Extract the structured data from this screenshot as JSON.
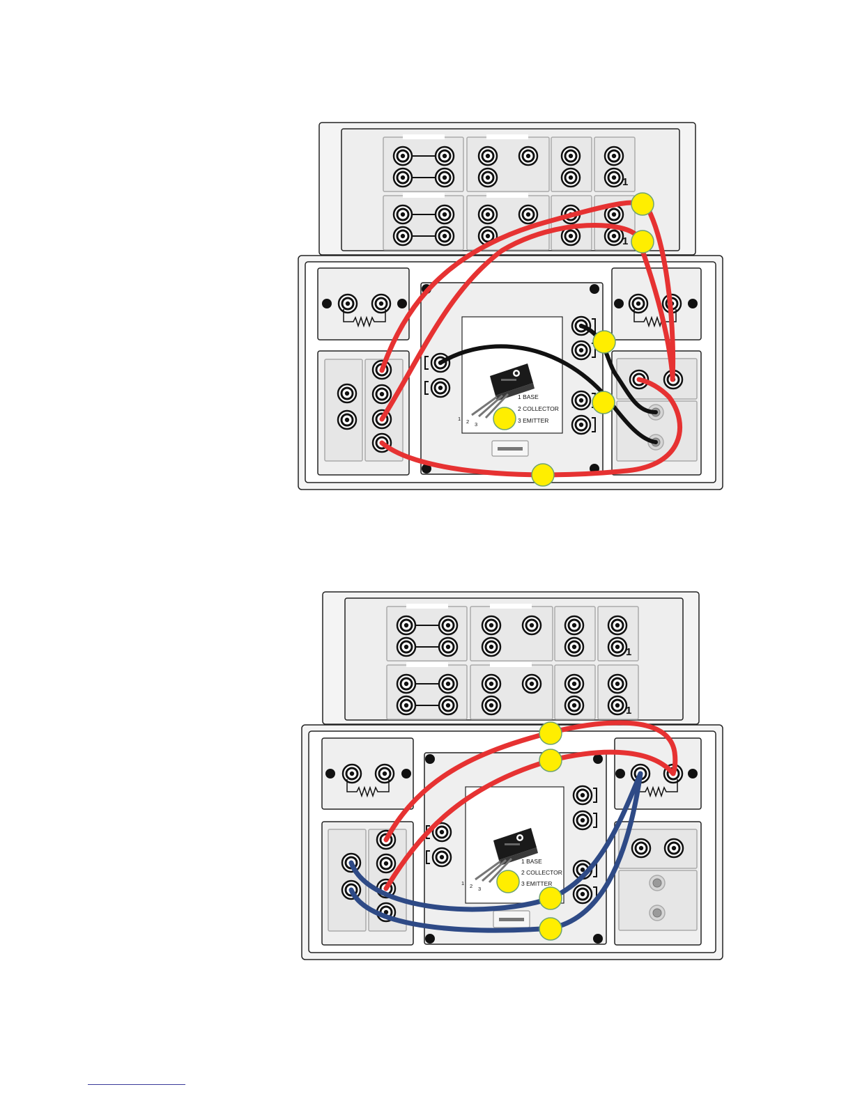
{
  "colors": {
    "wire_red": "#e63232",
    "wire_black": "#111111",
    "wire_blue": "#2e4a86",
    "marker_yellow": "#ffee00",
    "marker_edge": "#6fa36f",
    "panel_fill": "#f0f0f0",
    "panel_edge": "#222222",
    "socket_ring": "#111111",
    "socket_inner": "#ffffff"
  },
  "transistor_label": {
    "line1": "1 BASE",
    "line2": "2 COLLECTOR",
    "line3": "3 EMITTER",
    "pin1": "1",
    "pin2": "2",
    "pin3": "3"
  },
  "top_module_tag": "1",
  "icons": [
    "socket-icon",
    "resistor-symbol-icon",
    "transistor-icon",
    "mounting-screw-icon"
  ]
}
